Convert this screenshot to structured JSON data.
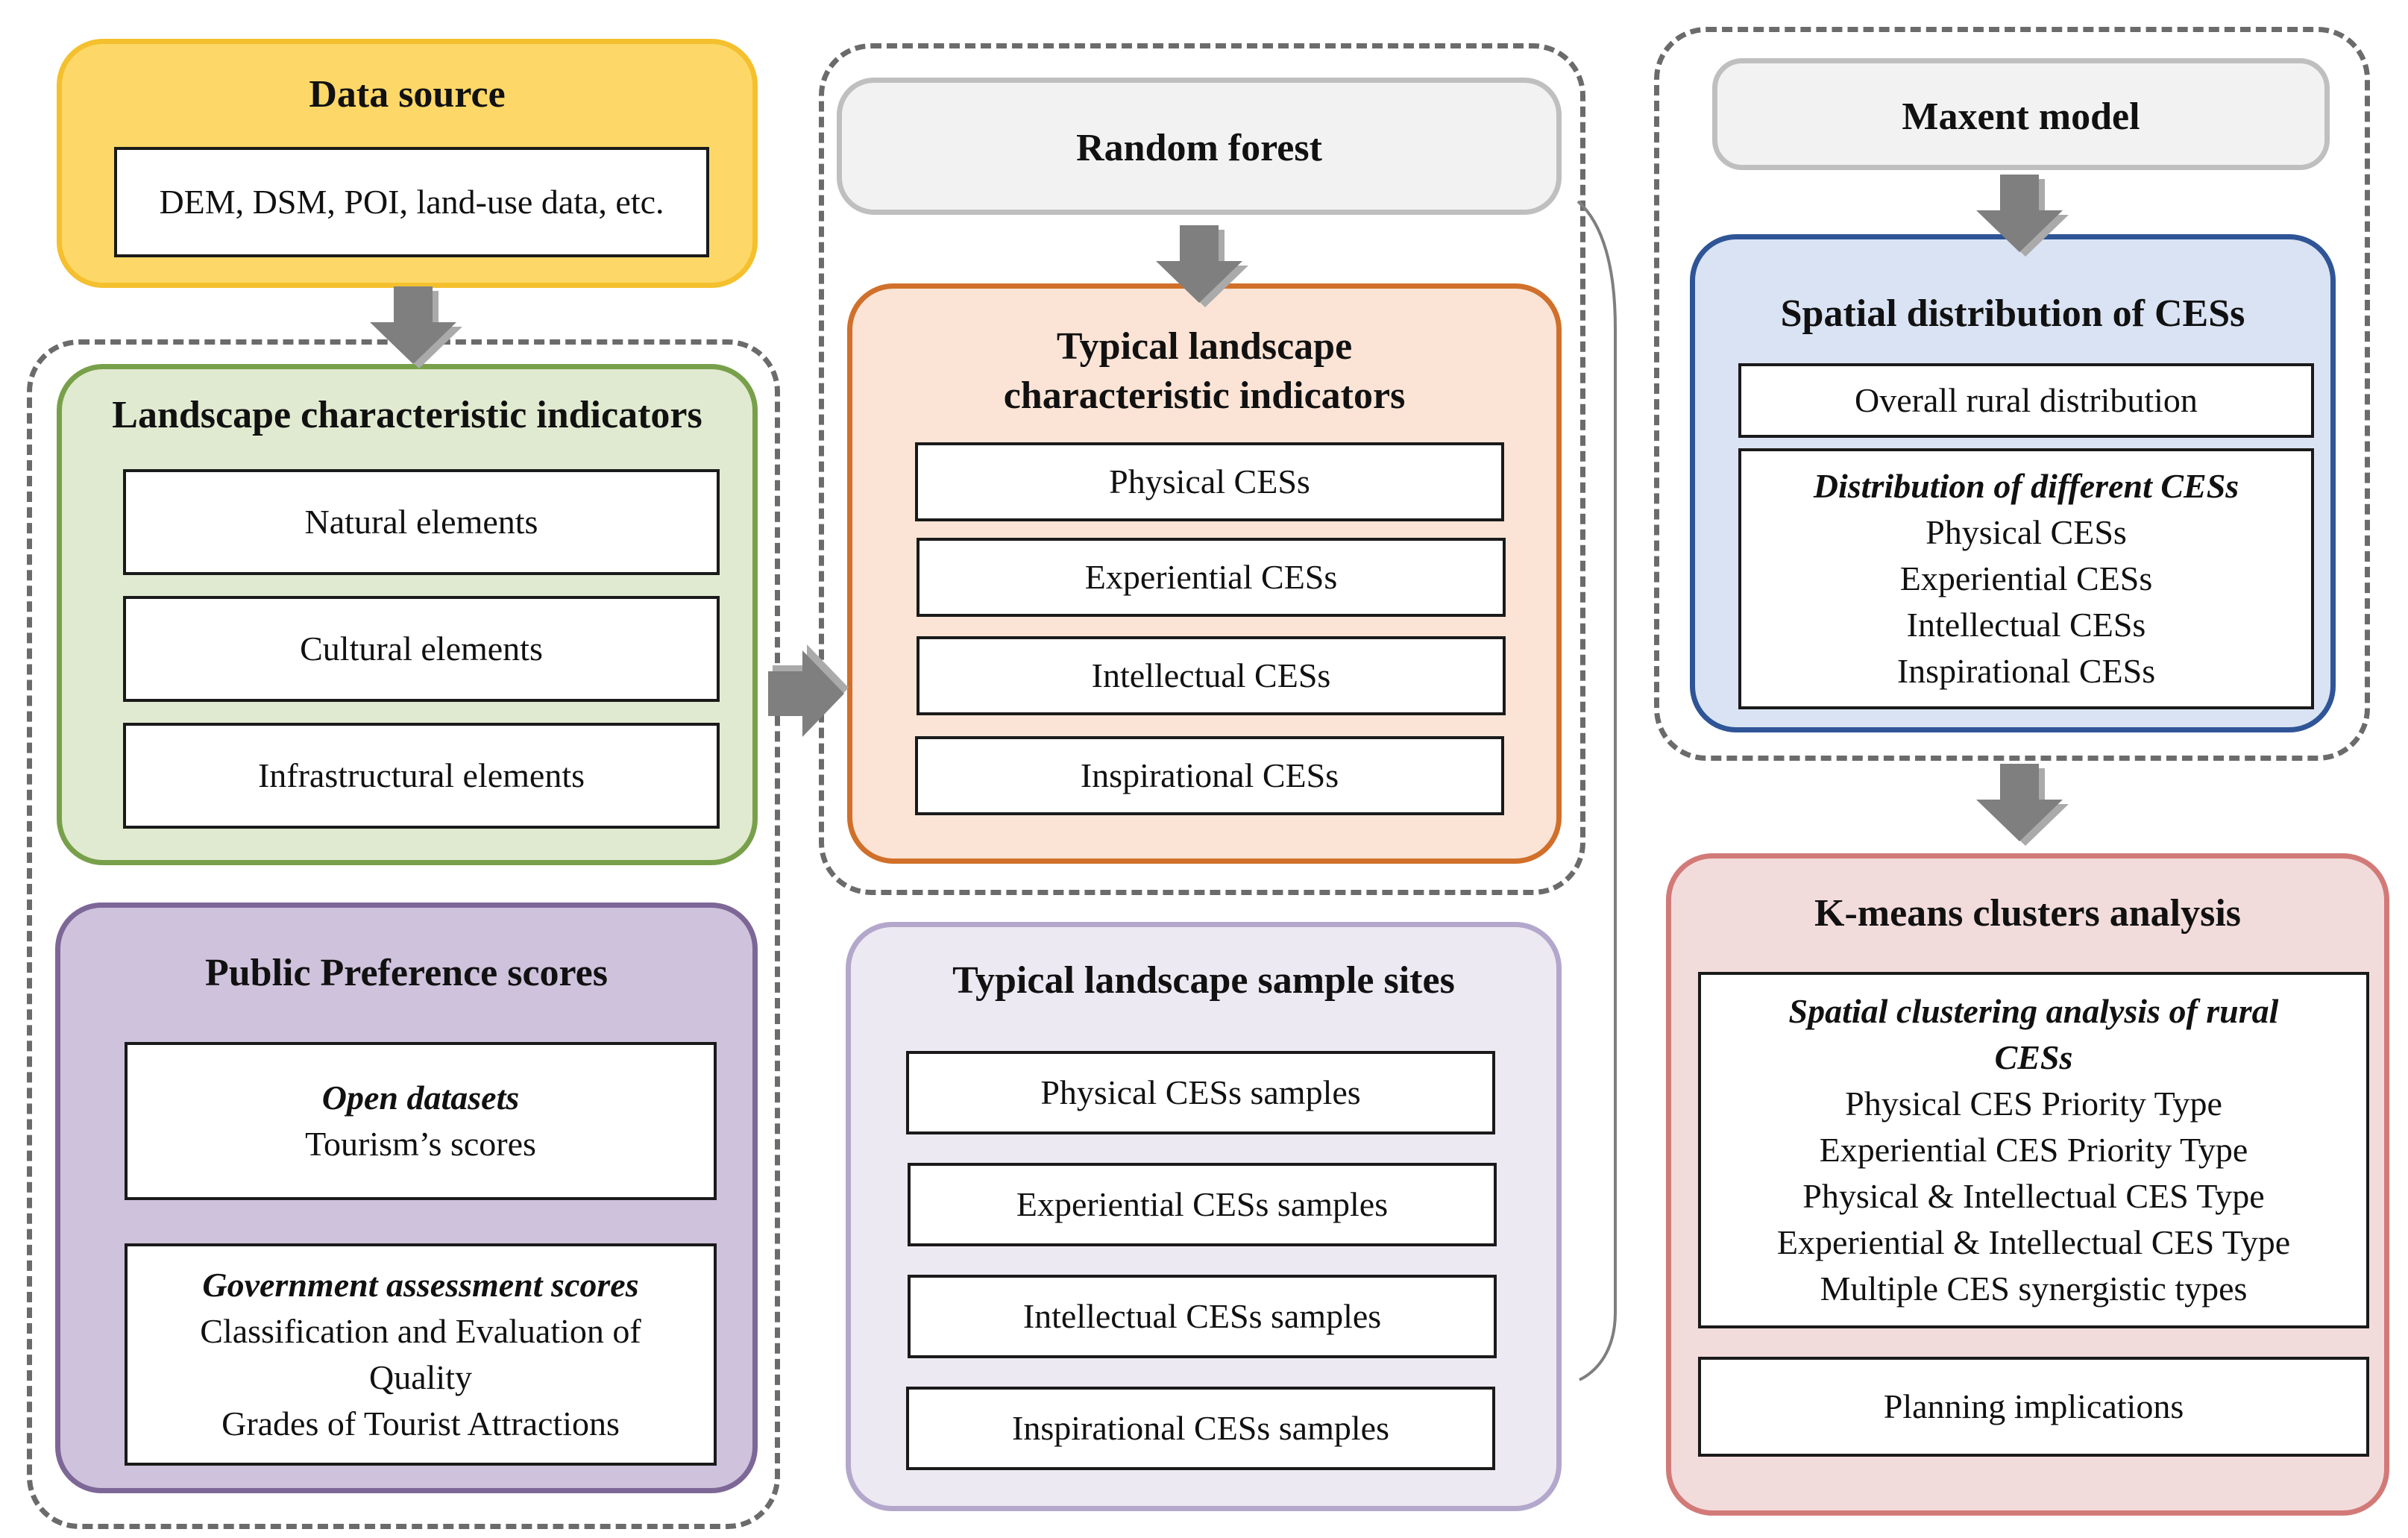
{
  "data_source": {
    "title": "Data source",
    "content": "DEM, DSM, POI, land-use data, etc."
  },
  "landscape_indicators": {
    "title": "Landscape characteristic indicators",
    "items": [
      "Natural elements",
      "Cultural elements",
      "Infrastructural elements"
    ]
  },
  "public_preference": {
    "title": "Public Preference scores",
    "open": {
      "heading": "Open datasets",
      "lines": [
        "Tourism’s scores"
      ]
    },
    "government": {
      "heading": "Government assessment scores",
      "lines": [
        "Classification and Evaluation of",
        "Quality",
        "Grades of Tourist Attractions"
      ]
    }
  },
  "random_forest": {
    "title": "Random forest"
  },
  "typical_indicators": {
    "title_lines": [
      "Typical landscape",
      "characteristic indicators"
    ],
    "items": [
      "Physical CESs",
      "Experiential CESs",
      "Intellectual CESs",
      "Inspirational CESs"
    ]
  },
  "sample_sites": {
    "title": "Typical landscape sample sites",
    "items": [
      "Physical CESs samples",
      "Experiential CESs samples",
      "Intellectual CESs samples",
      "Inspirational CESs samples"
    ]
  },
  "maxent": {
    "title": "Maxent model"
  },
  "spatial_distribution": {
    "title": "Spatial distribution of CESs",
    "overall": "Overall rural distribution",
    "different": {
      "heading": "Distribution of different CESs",
      "lines": [
        "Physical CESs",
        "Experiential CESs",
        "Intellectual CESs",
        "Inspirational CESs"
      ]
    }
  },
  "kmeans": {
    "title": "K-means clusters analysis",
    "clustering": {
      "heading_lines": [
        "Spatial clustering analysis of rural",
        "CESs"
      ],
      "lines": [
        "Physical CES Priority Type",
        "Experiential CES Priority Type",
        "Physical & Intellectual CES Type",
        "Experiential & Intellectual CES Type",
        "Multiple CES synergistic types"
      ]
    },
    "planning": "Planning implications"
  },
  "colors": {
    "data_source_fill": "#FDD868",
    "data_source_border": "#F5C02E",
    "indicators_fill": "#E0EAD0",
    "indicators_border": "#78A04A",
    "preference_fill": "#CEC2DC",
    "preference_border": "#7D6797",
    "grey_fill": "#F2F2F2",
    "grey_border": "#BFBFBF",
    "typical_fill": "#FBE4D6",
    "typical_border": "#D0702A",
    "samples_fill": "#EDE9F2",
    "samples_border": "#B3A7CC",
    "spatial_fill": "#DAE3F3",
    "spatial_border": "#2F5597",
    "kmeans_fill": "#F2DCDB",
    "kmeans_border": "#D27A78",
    "arrow": "#7F7F7F"
  }
}
